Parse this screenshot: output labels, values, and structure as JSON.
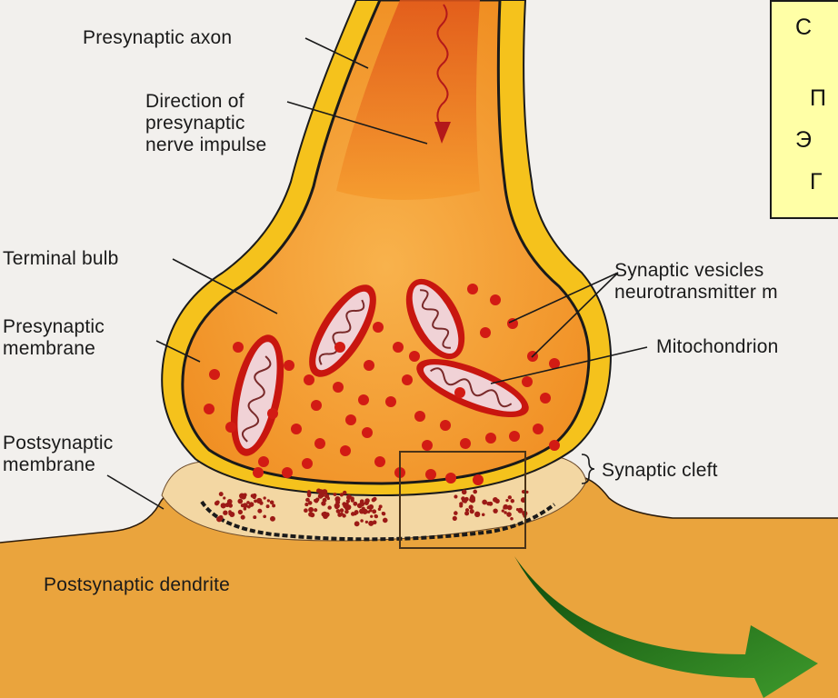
{
  "labels": {
    "presynaptic_axon": "Presynaptic axon",
    "direction": "Direction of\npresynaptic\nnerve impulse",
    "terminal_bulb": "Terminal bulb",
    "presynaptic_membrane": "Presynaptic\nmembrane",
    "postsynaptic_membrane": "Postsynaptic\nmembrane",
    "synaptic_vesicles": "Synaptic vesicles\nneurotransmitter m",
    "mitochondrion": "Mitochondrion",
    "synaptic_cleft": "Synaptic cleft",
    "postsynaptic_dendrite": "Postsynaptic dendrite"
  },
  "note": {
    "line1": "С",
    "line2": "П",
    "line3": "Э",
    "line4": "Г"
  },
  "colors": {
    "background": "#f2f0ed",
    "axon_sheath": "#f5c21c",
    "axon_core": "#e8801a",
    "bulb_interior": "#f6a63a",
    "vesicle": "#d21b14",
    "mitochondrion": "#c8160f",
    "cleft": "#f3d7a3",
    "dendrite": "#eaa43d",
    "arrow": "#1f6b1a",
    "note_bg": "#ffffa6"
  }
}
